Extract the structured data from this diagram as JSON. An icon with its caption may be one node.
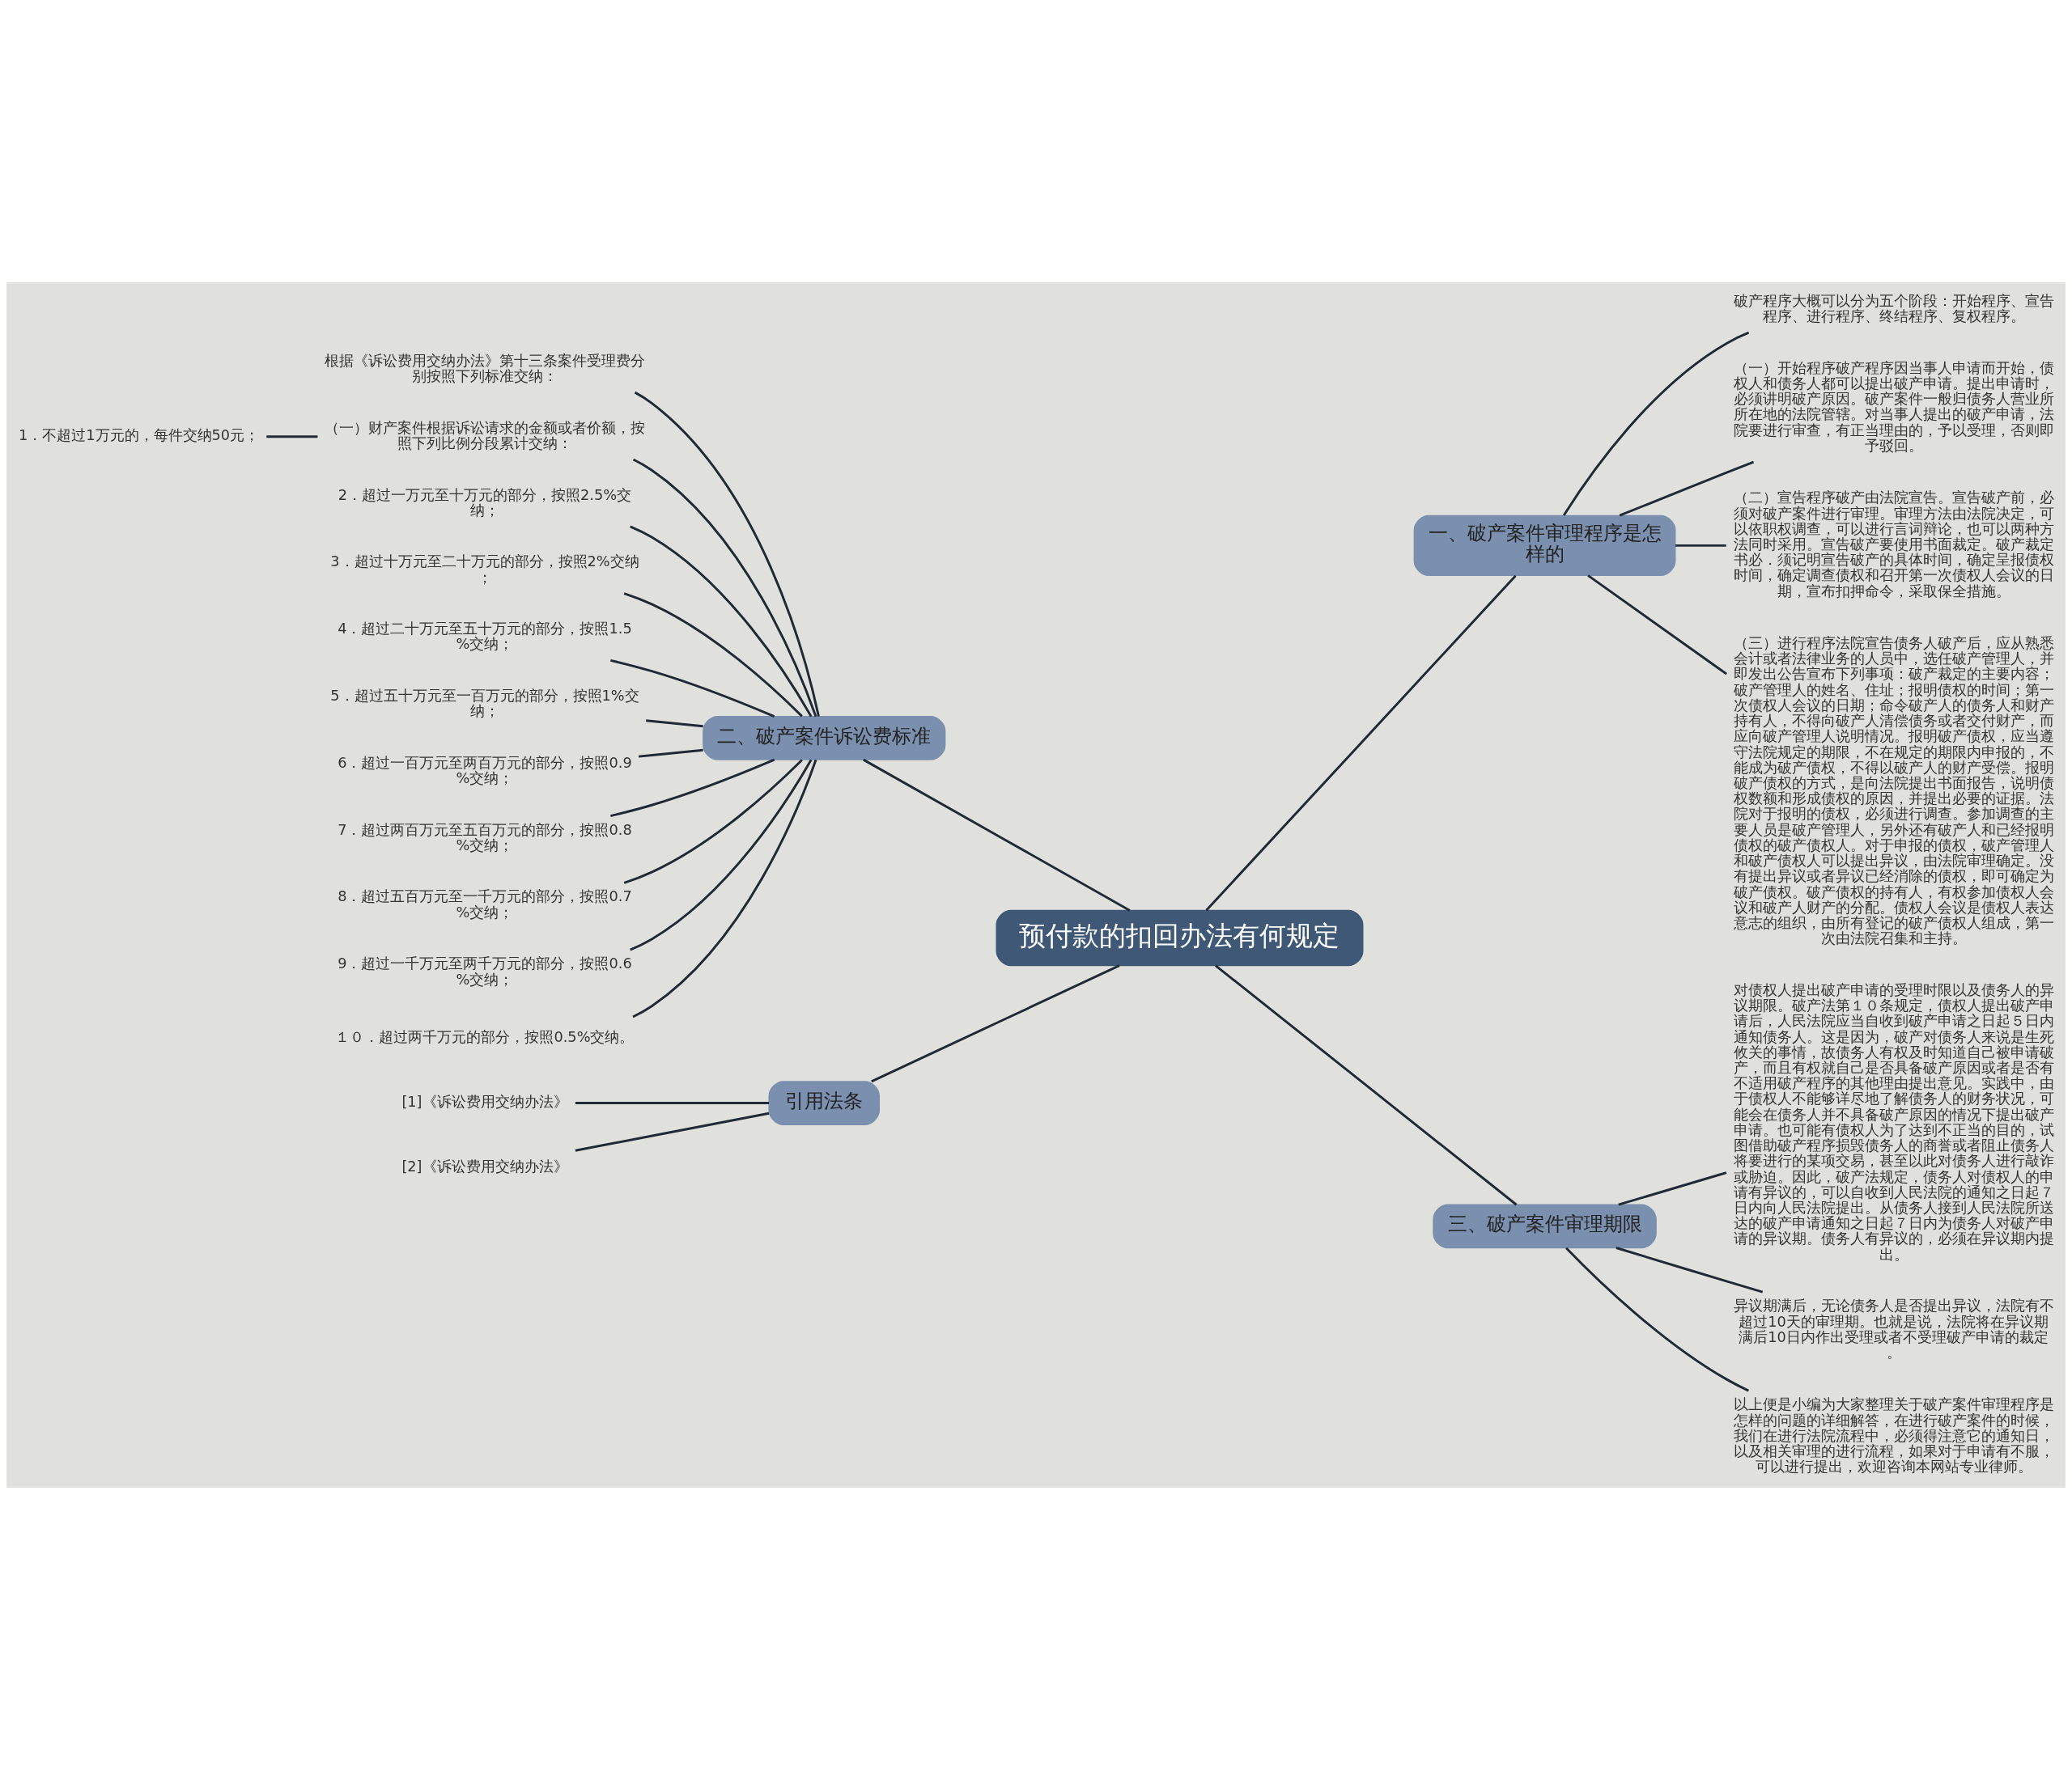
{
  "diagram": {
    "nodes": [
      {
        "text": [
          "预付款的扣回办法有何规定"
        ]
      },
      {
        "text": [
          "一、破产案件审理程序是怎样的"
        ]
      },
      {
        "text": [
          "破产程序大概可以分为五个阶段：开始程序、宣告程序、进行程序、终结程序、复权程序。"
        ]
      },
      {
        "text": [
          "（一）开始程序破产程序因当事人申请而开始，债权人和债务人都可以提出破产申请。提出申请时，必须讲明破产原因。破产案件一般归债务人营业所所在地的法院管辖。对当事人提出的破产申请，法院要进行审查，有正当理由的，予以受理，否则即予驳回。"
        ]
      },
      {
        "text": [
          "（二）宣告程序破产由法院宣告。宣告破产前，必须对破产案件进行审理。审理方法由法院决定，可以依职权调查，可以进行言词辩论，也可以两种方法同时采用。宣告破产要使用书面裁定。破产裁定书必．须记明宣告破产的具体时间，确定呈报债权时间，确定调查债权和召开第一次债权人会议的日期，宣布扣押命令，采取保全措施。"
        ]
      },
      {
        "text": [
          "（三）进行程序法院宣告债务人破产后，应从熟悉会计或者法律业务的人员中，选任破产管理人，并即发出公告宣布下列事项：破产裁定的主要内容；破产管理人的姓名、住址；报明债权的时间；第一次债权人会议的日期；命令破产人的债务人和财产持有人，不得向破产人清偿债务或者交付财产，而应向破产管理人说明情况。报明破产债权，应当遵守法院规定的期限，不在规定的期限内申报的，不能成为破产债权，不得以破产人的财产受偿。报明破产债权的方式，是向法院提出书面报告，说明债权数额和形成债权的原因，并提出必要的证据。法院对于报明的债权，必须进行调查。参加调查的主要人员是破产管理人，另外还有破产人和已经报明债权的破产债权人。对于申报的债权，破产管理人和破产债权人可以提出异议，由法院审理确定。没有提出异议或者异议已经消除的债权，即可确定为破产债权。破产债权的持有人，有权参加债权人会议和破产人财产的分配。债权人会议是债权人表达意志的组织，由所有登记的破产债权人组成，第一次由法院召集和主持。"
        ]
      },
      {
        "text": [
          "二、破产案件诉讼费标准"
        ]
      },
      {
        "text": [
          "根据《诉讼费用交纳办法》第十三条案件受理费分别按照下列标准交纳："
        ]
      },
      {
        "text": [
          "（一）财产案件根据诉讼请求的金额或者价额，按照下列比例分段累计交纳："
        ]
      },
      {
        "text": [
          "1．不超过1万元的，每件交纳50元；"
        ]
      },
      {
        "text": [
          "2．超过一万元至十万元的部分，按照2.5%交纳；"
        ]
      },
      {
        "text": [
          "3．超过十万元至二十万元的部分，按照2%交纳；"
        ]
      },
      {
        "text": [
          "4．超过二十万元至五十万元的部分，按照1.5%交纳；"
        ]
      },
      {
        "text": [
          "5．超过五十万元至一百万元的部分，按照1%交纳；"
        ]
      },
      {
        "text": [
          "6．超过一百万元至两百万元的部分，按照0.9%交纳；"
        ]
      },
      {
        "text": [
          "7．超过两百万元至五百万元的部分，按照0.8%交纳；"
        ]
      },
      {
        "text": [
          "8．超过五百万元至一千万元的部分，按照0.7%交纳；"
        ]
      },
      {
        "text": [
          "9．超过一千万元至两千万元的部分，按照0.6%交纳；"
        ]
      },
      {
        "text": [
          "１０．超过两千万元的部分，按照0.5%交纳。"
        ]
      },
      {
        "text": [
          "三、破产案件审理期限"
        ]
      },
      {
        "text": [
          "对债权人提出破产申请的受理时限以及债务人的异议期限。破产法第１０条规定，债权人提出破产申请后，人民法院应当自收到破产申请之日起５日内通知债务人。这是因为，破产对债务人来说是生死攸关的事情，故债务人有权及时知道自己被申请破产，而且有权就自己是否具备破产原因或者是否有不适用破产程序的其他理由提出意见。实践中，由于债权人不能够详尽地了解债务人的财务状况，可能会在债务人并不具备破产原因的情况下提出破产申请。也可能有债权人为了达到不正当的目的，试图借助破产程序损毁债务人的商誉或者阻止债务人将要进行的某项交易，甚至以此对债务人进行敲诈或胁迫。因此，破产法规定，债务人对债权人的申请有异议的，可以自收到人民法院的通知之日起７日内向人民法院提出。从债务人接到人民法院所送达的破产申请通知之日起７日内为债务人对破产申请的异议期。债务人有异议的，必须在异议期内提出。"
        ]
      },
      {
        "text": [
          "异议期满后，无论债务人是否提出异议，法院有不超过10天的审理期。也就是说，法院将在异议期满后10日内作出受理或者不受理破产申请的裁定。"
        ]
      },
      {
        "text": [
          "以上便是小编为大家整理关于破产案件审理程序是怎样的问题的详细解答，在进行破产案件的时候，我们在进行法院流程中，必须得注意它的通知日，以及相关审理的进行流程，如果对于申请有不服，可以进行提出，欢迎咨询本网站专业律师。"
        ]
      },
      {
        "text": [
          "引用法条"
        ]
      },
      {
        "text": [
          "[1]《诉讼费用交纳办法》"
        ]
      },
      {
        "text": [
          "[2]《诉讼费用交纳办法》"
        ]
      }
    ],
    "edges": [
      {
        "from": 0,
        "to": 1,
        "arrow": "none"
      },
      {
        "from": 1,
        "to": 2,
        "arrow": "none"
      },
      {
        "from": 1,
        "to": 3,
        "arrow": "none"
      },
      {
        "from": 1,
        "to": 4,
        "arrow": "none"
      },
      {
        "from": 1,
        "to": 5,
        "arrow": "none"
      },
      {
        "from": 0,
        "to": 6,
        "arrow": "none"
      },
      {
        "from": 6,
        "to": 7,
        "arrow": "none"
      },
      {
        "from": 6,
        "to": 8,
        "arrow": "none"
      },
      {
        "from": 8,
        "to": 9,
        "arrow": "none"
      },
      {
        "from": 6,
        "to": 10,
        "arrow": "none"
      },
      {
        "from": 6,
        "to": 11,
        "arrow": "none"
      },
      {
        "from": 6,
        "to": 12,
        "arrow": "none"
      },
      {
        "from": 6,
        "to": 13,
        "arrow": "none"
      },
      {
        "from": 6,
        "to": 14,
        "arrow": "none"
      },
      {
        "from": 6,
        "to": 15,
        "arrow": "none"
      },
      {
        "from": 6,
        "to": 16,
        "arrow": "none"
      },
      {
        "from": 6,
        "to": 17,
        "arrow": "none"
      },
      {
        "from": 6,
        "to": 18,
        "arrow": "none"
      },
      {
        "from": 0,
        "to": 19,
        "arrow": "none"
      },
      {
        "from": 19,
        "to": 20,
        "arrow": "none"
      },
      {
        "from": 19,
        "to": 21,
        "arrow": "none"
      },
      {
        "from": 19,
        "to": 22,
        "arrow": "none"
      },
      {
        "from": 0,
        "to": 23,
        "arrow": "none"
      },
      {
        "from": 23,
        "to": 24,
        "arrow": "none"
      },
      {
        "from": 23,
        "to": 25,
        "arrow": "none"
      }
    ]
  }
}
